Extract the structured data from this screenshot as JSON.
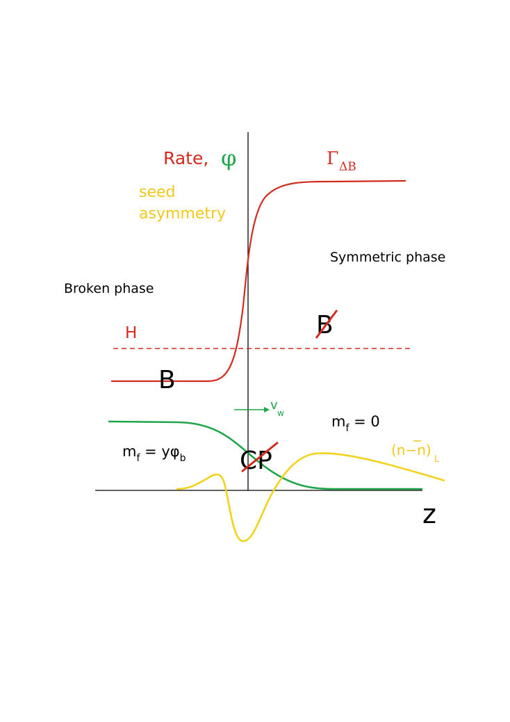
{
  "colors": {
    "axis": "#000000",
    "red": "#d42a1e",
    "green": "#1fa54a",
    "yellow": "#f2d21a",
    "black": "#000000"
  },
  "labels": {
    "rate": "Rate,",
    "phi": "φ",
    "gamma": "Γ",
    "gamma_sub": "ΔB",
    "seed_line1": "seed",
    "seed_line2": "asymmetry",
    "symmetric_phase": "Symmetric phase",
    "broken_phase": "Broken phase",
    "h": "H",
    "b_broken": "B",
    "b_symmetric": "B",
    "vw": "v",
    "vw_sub": "w",
    "mf_zero_main": "m",
    "mf_zero_sub": "f",
    "mf_zero_rest": " = 0",
    "mf_broken_main": "m",
    "mf_broken_sub": "f",
    "mf_broken_rest": " = yφ",
    "mf_broken_sub2": "b",
    "cp": "CP",
    "nnbar": "(n−n)",
    "nnbar_sub": "L",
    "z": "z"
  }
}
